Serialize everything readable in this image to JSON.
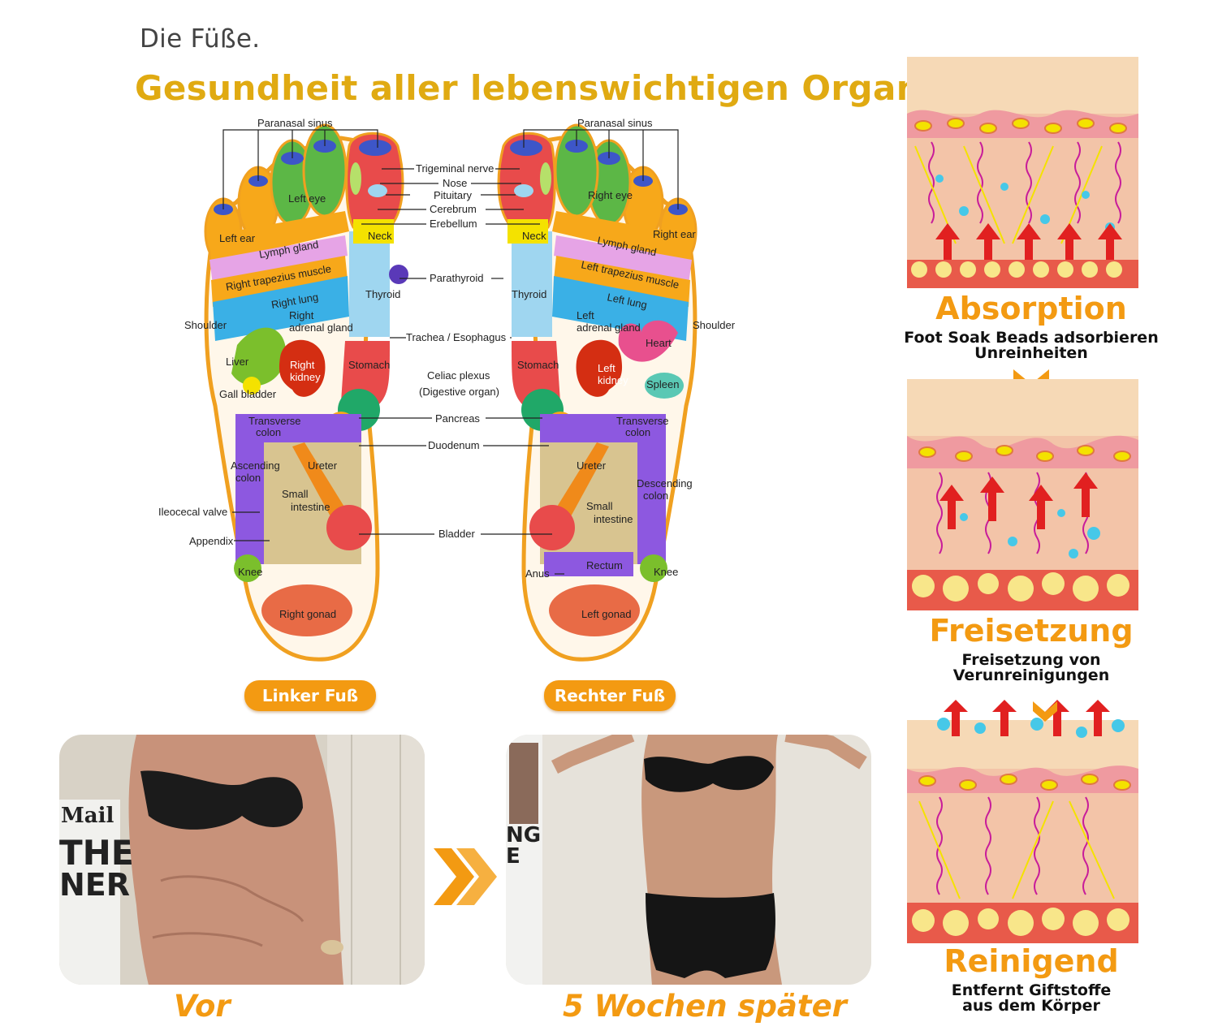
{
  "header": {
    "intro": "Die Füße.",
    "headline": "Gesundheit aller lebenswichtigen Organe"
  },
  "chart": {
    "labels": {
      "paranasal_sinus": "Paranasal sinus",
      "trigeminal_nerve": "Trigeminal nerve",
      "nose": "Nose",
      "pituitary": "Pituitary",
      "cerebrum": "Cerebrum",
      "erebellum": "Erebellum",
      "parathyroid": "Parathyroid",
      "trachea": "Trachea / Esophagus",
      "celiac_plexus": "Celiac plexus",
      "digestive_organ": "(Digestive organ)",
      "pancreas": "Pancreas",
      "duodenum": "Duodenum",
      "bladder": "Bladder",
      "shoulder": "Shoulder",
      "gall_bladder": "Gall bladder",
      "ileocecal_valve": "Ileocecal valve",
      "appendix": "Appendix",
      "anus": "Anus"
    },
    "left_foot": {
      "left_eye": "Left eye",
      "left_ear": "Left ear",
      "lymph_gland": "Lymph gland",
      "trapezius": "Right trapezius muscle",
      "lung": "Right lung",
      "adrenal_line1": "Right",
      "adrenal_line2": "adrenal gland",
      "neck": "Neck",
      "thyroid": "Thyroid",
      "liver": "Liver",
      "kidney_line1": "Right",
      "kidney_line2": "kidney",
      "stomach": "Stomach",
      "transverse_line1": "Transverse",
      "transverse_line2": "colon",
      "ascending_line1": "Ascending",
      "ascending_line2": "colon",
      "ureter": "Ureter",
      "small_line1": "Small",
      "small_line2": "intestine",
      "knee": "Knee",
      "gonad": "Right gonad"
    },
    "right_foot": {
      "right_eye": "Right eye",
      "right_ear": "Right ear",
      "lymph_gland": "Lymph gland",
      "trapezius": "Left trapezius muscle",
      "lung": "Left lung",
      "adrenal_line1": "Left",
      "adrenal_line2": "adrenal gland",
      "neck": "Neck",
      "thyroid": "Thyroid",
      "heart": "Heart",
      "spleen": "Spleen",
      "kidney_line1": "Left",
      "kidney_line2": "kidney",
      "stomach": "Stomach",
      "transverse_line1": "Transverse",
      "transverse_line2": "colon",
      "descending_line1": "Descending",
      "descending_line2": "colon",
      "ureter": "Ureter",
      "small_line1": "Small",
      "small_line2": "intestine",
      "rectum": "Rectum",
      "knee": "Knee",
      "gonad": "Left gonad"
    }
  },
  "feet": {
    "left_label": "Linker Fuß",
    "right_label": "Rechter Fuß"
  },
  "comparison": {
    "before_caption": "Vor",
    "after_caption": "5 Wochen später",
    "newspaper_masthead": "Mail",
    "newspaper_headline_1": "THE",
    "newspaper_headline_2": "NER",
    "poster_text_1": "NG",
    "poster_text_2": "E"
  },
  "stages": [
    {
      "title": "Absorption",
      "text_line1": "Foot Soak Beads adsorbieren",
      "text_line2": "Unreinheiten"
    },
    {
      "title": "Freisetzung",
      "text_line1": "Freisetzung von",
      "text_line2": "Verunreinigungen"
    },
    {
      "title": "Reinigend",
      "text_line1": "Entfernt Giftstoffe",
      "text_line2": "aus dem Körper"
    }
  ],
  "colors": {
    "accent_orange": "#f39a12",
    "headline_gold": "#e0aa12",
    "skin": "#f6d9b6"
  }
}
